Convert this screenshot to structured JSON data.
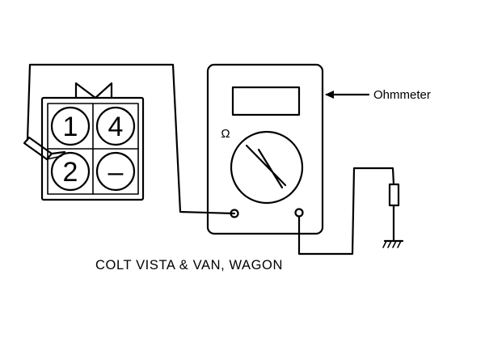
{
  "diagram": {
    "meter_label": "Ohmmeter",
    "caption": "COLT VISTA & VAN, WAGON",
    "meter_symbol": "Ω",
    "connector_pins": [
      "1",
      "4",
      "2",
      "–"
    ],
    "icons": [
      "connector-latch-icon",
      "test-probe-icon",
      "ground-icon"
    ]
  }
}
